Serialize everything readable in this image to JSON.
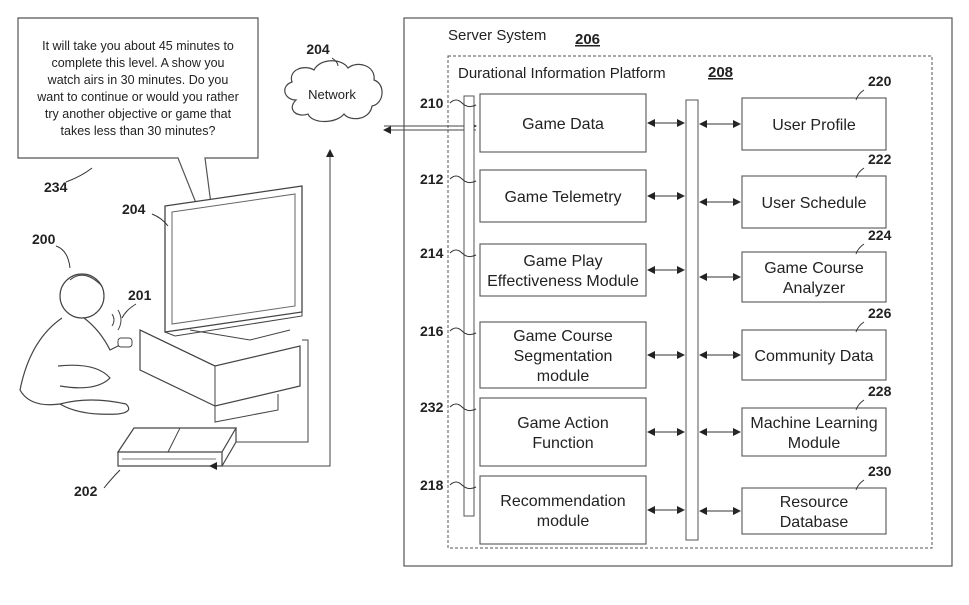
{
  "speech_bubble": {
    "lines": [
      "It will take you about 45 minutes to",
      "complete this level.  A show you",
      "watch airs in 30 minutes.  Do you",
      "want to continue or would you rather",
      "try another objective or game that",
      "takes less than 30 minutes?"
    ],
    "ref": "234"
  },
  "network": {
    "label": "Network",
    "ref": "204"
  },
  "left_refs": {
    "user": "200",
    "display": "204",
    "mic": "201",
    "console": "202"
  },
  "server": {
    "title": "Server System",
    "ref": "206"
  },
  "platform": {
    "title": "Durational Information Platform",
    "ref": "208"
  },
  "left_modules": [
    {
      "ref": "210",
      "lines": [
        "Game Data"
      ]
    },
    {
      "ref": "212",
      "lines": [
        "Game Telemetry"
      ]
    },
    {
      "ref": "214",
      "lines": [
        "Game Play",
        "Effectiveness Module"
      ]
    },
    {
      "ref": "216",
      "lines": [
        "Game Course",
        "Segmentation",
        "module"
      ]
    },
    {
      "ref": "232",
      "lines": [
        "Game Action",
        "Function"
      ]
    },
    {
      "ref": "218",
      "lines": [
        "Recommendation",
        "module"
      ]
    }
  ],
  "right_modules": [
    {
      "ref": "220",
      "lines": [
        "User Profile"
      ]
    },
    {
      "ref": "222",
      "lines": [
        "User Schedule"
      ]
    },
    {
      "ref": "224",
      "lines": [
        "Game Course",
        "Analyzer"
      ]
    },
    {
      "ref": "226",
      "lines": [
        "Community Data"
      ]
    },
    {
      "ref": "228",
      "lines": [
        "Machine Learning",
        "Module"
      ]
    },
    {
      "ref": "230",
      "lines": [
        "Resource",
        "Database"
      ]
    }
  ]
}
